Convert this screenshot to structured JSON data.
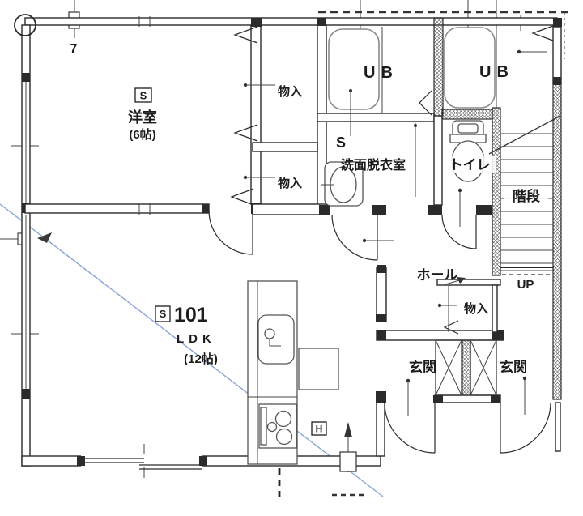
{
  "palette": {
    "wall": "#2b2b2b",
    "fixture": "#8a8a8a",
    "blue_line": "#8ca4d8",
    "background": "#ffffff"
  },
  "rooms": {
    "yoshitsu": {
      "marker": "S",
      "name": "洋室",
      "size": "(6帖)"
    },
    "monoire_top": {
      "name": "物入"
    },
    "monoire_bottom": {
      "name": "物入"
    },
    "ub_left": {
      "name": "UB"
    },
    "ub_right": {
      "name": "UB"
    },
    "senmen": {
      "marker": "S",
      "name": "洗面脱衣室"
    },
    "toilet": {
      "name": "トイレ"
    },
    "kaidan": {
      "name": "階段",
      "direction": "UP"
    },
    "hall": {
      "name": "ホール"
    },
    "monoire_hall": {
      "name": "物入"
    },
    "genkan_left": {
      "name": "玄関"
    },
    "genkan_right": {
      "name": "玄関"
    },
    "ldk": {
      "marker": "S",
      "unit": "101",
      "name": "LDK",
      "size": "(12帖)"
    }
  },
  "marks": {
    "grid_label": "7",
    "heater_box": "H"
  }
}
